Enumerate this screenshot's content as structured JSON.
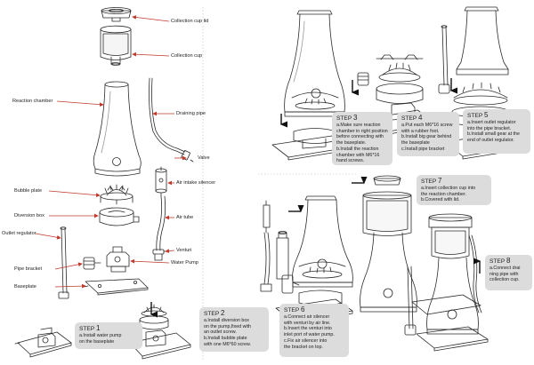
{
  "parts": [
    {
      "key": "collection_cup_lid",
      "label": "Collection cup lid"
    },
    {
      "key": "collection_cup",
      "label": "Collection cup"
    },
    {
      "key": "reaction_chamber",
      "label": "Reaction chamber"
    },
    {
      "key": "draining_pipe",
      "label": "Draining pipe"
    },
    {
      "key": "valve",
      "label": "Valve"
    },
    {
      "key": "air_intake_silencer",
      "label": "Air intake silencer"
    },
    {
      "key": "bubble_plate",
      "label": "Bubble plate"
    },
    {
      "key": "diversion_box",
      "label": "Diversion box"
    },
    {
      "key": "air_tube",
      "label": "Air tube"
    },
    {
      "key": "outlet_regulator",
      "label": "Outlet regulator"
    },
    {
      "key": "venturi",
      "label": "Venturi"
    },
    {
      "key": "water_pump",
      "label": "Water Pump"
    },
    {
      "key": "pipe_bracket",
      "label": "Pipe bracket"
    },
    {
      "key": "baseplate",
      "label": "Baseplate"
    }
  ],
  "steps": [
    {
      "key": "step1",
      "title": "STEP",
      "num": "1",
      "lines": [
        "a.Install water pump",
        "on the baseplate"
      ]
    },
    {
      "key": "step2",
      "title": "STEP",
      "num": "2",
      "lines": [
        "a.Install diversion box",
        "on the pump,fixed with",
        "an outlet screw.",
        "b.Install bubble plate",
        "with one M6*60 screw."
      ]
    },
    {
      "key": "step3",
      "title": "STEP",
      "num": "3",
      "lines": [
        "a.Make sure reaction",
        "chamber in right position",
        "before connecting with",
        "the baseplate.",
        "b.Install the reaction",
        "chamber with M6*16",
        "hand screws."
      ]
    },
    {
      "key": "step4",
      "title": "STEP",
      "num": "4",
      "lines": [
        "a.Put each M6*16 screw",
        "with a rubber foot.",
        "b.Install big gear behind",
        "the baseplate",
        "c.Install pipe bracket"
      ]
    },
    {
      "key": "step5",
      "title": "STEP",
      "num": "5",
      "lines": [
        "a.Insert outlet regulator",
        "into the pipe bracket.",
        "b.Install small gear at the",
        "end of outlet regulator."
      ]
    },
    {
      "key": "step6",
      "title": "STEP",
      "num": "6",
      "lines": [
        "a.Connect air silencer",
        "with venturi by air line.",
        "b.Insert the venturi into",
        "inlet port of water pump.",
        "c.Fix air silencer into",
        "the bracket on top."
      ]
    },
    {
      "key": "step7",
      "title": "STEP",
      "num": "7",
      "lines": [
        "a.Insert collection cup into",
        "the reaction chamber.",
        "b.Covered with lid."
      ]
    },
    {
      "key": "step8",
      "title": "STEP",
      "num": "8",
      "lines": [
        "a.Connect drai",
        "ning pipe with",
        "collection cup."
      ]
    }
  ],
  "colors": {
    "line": "#2a2a2a",
    "box": "#dcdcdc",
    "dark": "#4a4a4a",
    "background": "#ffffff"
  }
}
